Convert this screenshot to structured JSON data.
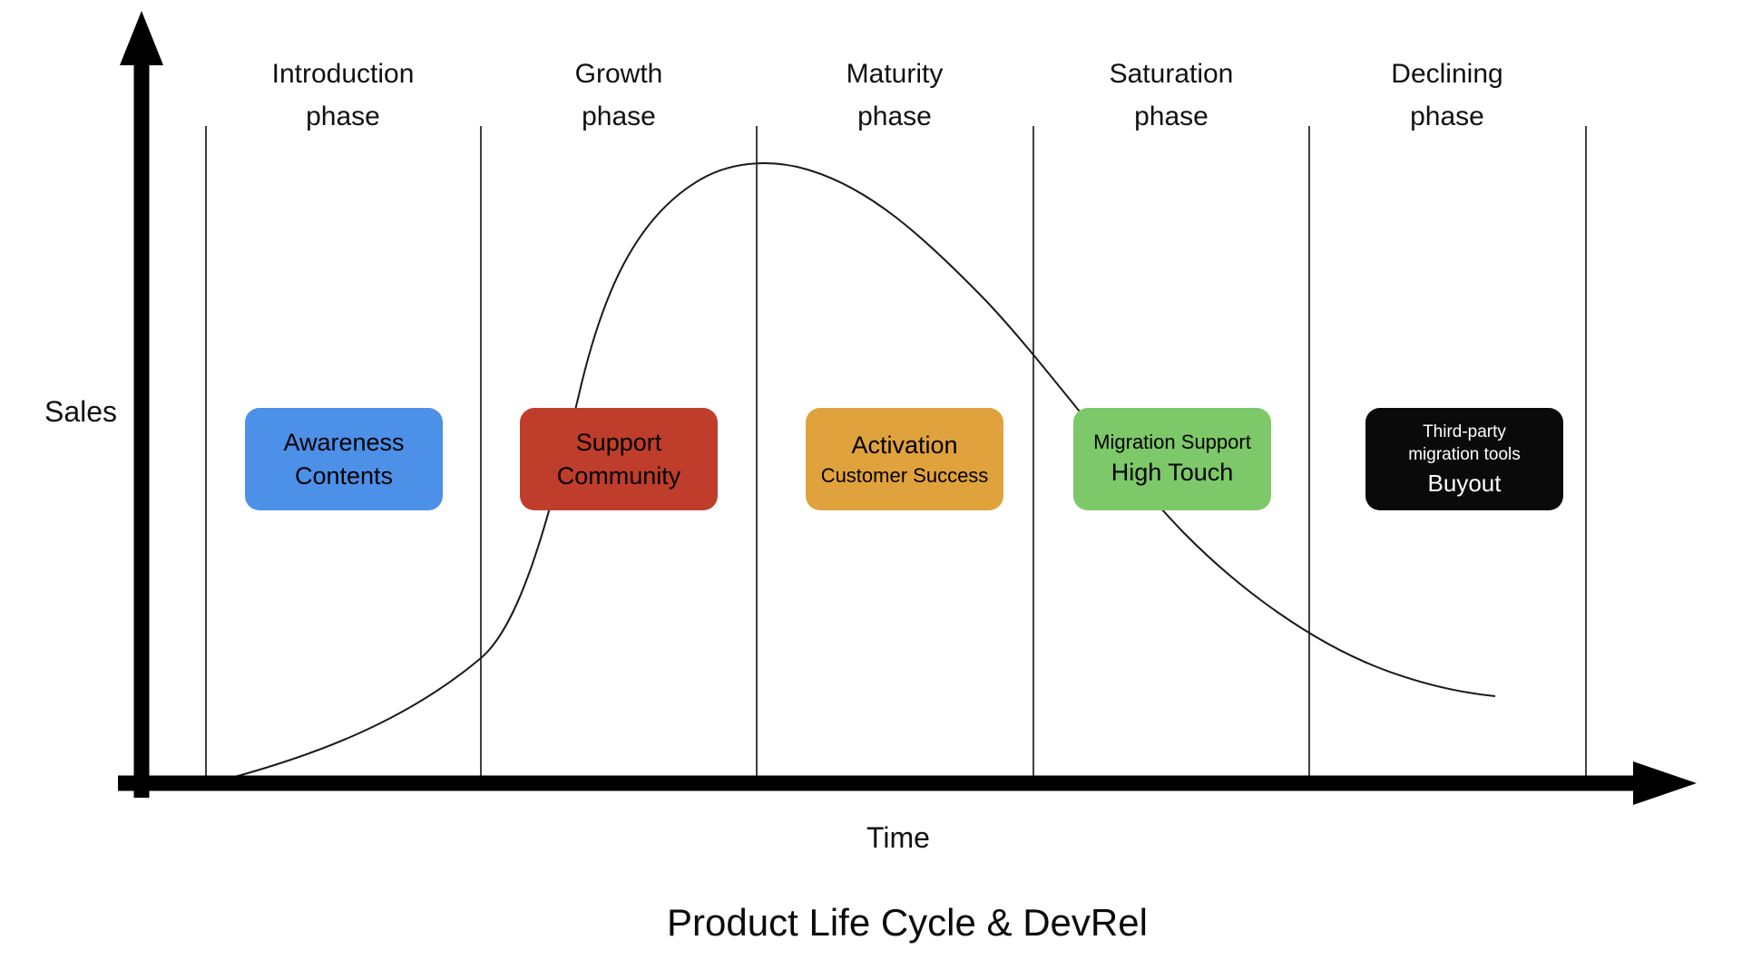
{
  "title": "Product Life Cycle & DevRel",
  "axes": {
    "y_label": "Sales",
    "x_label": "Time"
  },
  "phases": [
    {
      "line1": "Introduction",
      "line2": "phase"
    },
    {
      "line1": "Growth",
      "line2": "phase"
    },
    {
      "line1": "Maturity",
      "line2": "phase"
    },
    {
      "line1": "Saturation",
      "line2": "phase"
    },
    {
      "line1": "Declining",
      "line2": "phase"
    }
  ],
  "boxes": [
    {
      "name": "awareness-contents",
      "color": "#4C90E8",
      "line1": "Awareness",
      "line2": "Contents"
    },
    {
      "name": "support-community",
      "color": "#BF3D2B",
      "line1": "Support",
      "line2": "Community"
    },
    {
      "name": "activation-customer-success",
      "color": "#E0A23C",
      "line1": "Activation",
      "line2": "Customer Success"
    },
    {
      "name": "migration-support-high-touch",
      "color": "#7DC868",
      "line1": "Migration Support",
      "line2": "High Touch"
    },
    {
      "name": "third-party-buyout",
      "color": "#0A0A0A",
      "line1": "Third-party",
      "line2": "migration tools",
      "line3": "Buyout"
    }
  ],
  "colors": {
    "curve": "#1a1a1a",
    "axis": "#000000",
    "divider": "#000000"
  },
  "curve": {
    "shape": "product-life-cycle",
    "description": "rises slowly in introduction, steeply in growth, peaks in maturity, declines through saturation and flattens in declining phase"
  }
}
